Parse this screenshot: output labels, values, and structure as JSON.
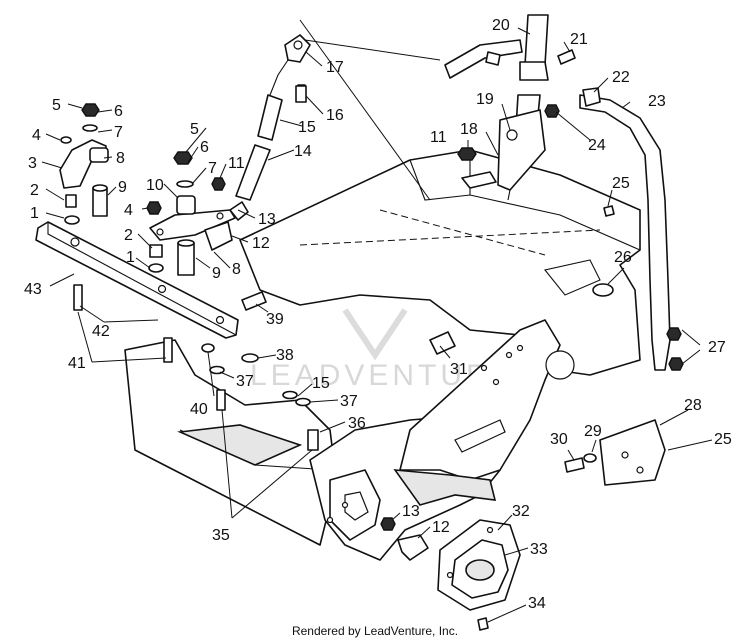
{
  "callouts": [
    "1",
    "2",
    "3",
    "4",
    "5",
    "6",
    "7",
    "8",
    "9",
    "10",
    "11",
    "12",
    "13",
    "14",
    "15",
    "16",
    "17",
    "18",
    "19",
    "20",
    "21",
    "22",
    "23",
    "24",
    "25",
    "26",
    "27",
    "28",
    "29",
    "30",
    "31",
    "32",
    "33",
    "34",
    "35",
    "36",
    "37",
    "38",
    "39",
    "40",
    "41",
    "42",
    "43"
  ],
  "watermark": "LEADVENTURE",
  "footer": "Rendered by LeadVenture, Inc."
}
